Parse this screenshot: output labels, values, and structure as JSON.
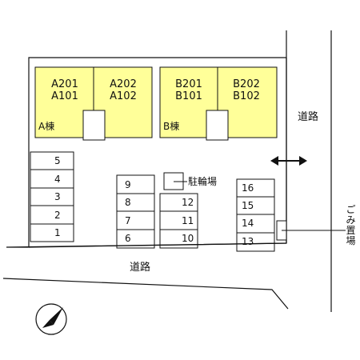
{
  "buildings": [
    {
      "name": "A棟",
      "units": [
        {
          "upper": "A201",
          "lower": "A101"
        },
        {
          "upper": "A202",
          "lower": "A102"
        }
      ]
    },
    {
      "name": "B棟",
      "units": [
        {
          "upper": "B201",
          "lower": "B101"
        },
        {
          "upper": "B202",
          "lower": "B102"
        }
      ]
    }
  ],
  "parking": {
    "col1": [
      "5",
      "4",
      "3",
      "2",
      "1"
    ],
    "col2": [
      "9",
      "8",
      "7",
      "6"
    ],
    "col3": [
      "12",
      "11",
      "10"
    ],
    "col4": [
      "16",
      "15",
      "14",
      "13"
    ]
  },
  "labels": {
    "bicycle_parking": "駐輪場",
    "road_right": "道路",
    "road_bottom": "道路",
    "garbage": "ごみ置場"
  },
  "colors": {
    "building_fill": "#ffff99",
    "line": "#111111"
  },
  "icons": {
    "compass": "north-arrow-icon",
    "access": "double-arrow-icon"
  }
}
